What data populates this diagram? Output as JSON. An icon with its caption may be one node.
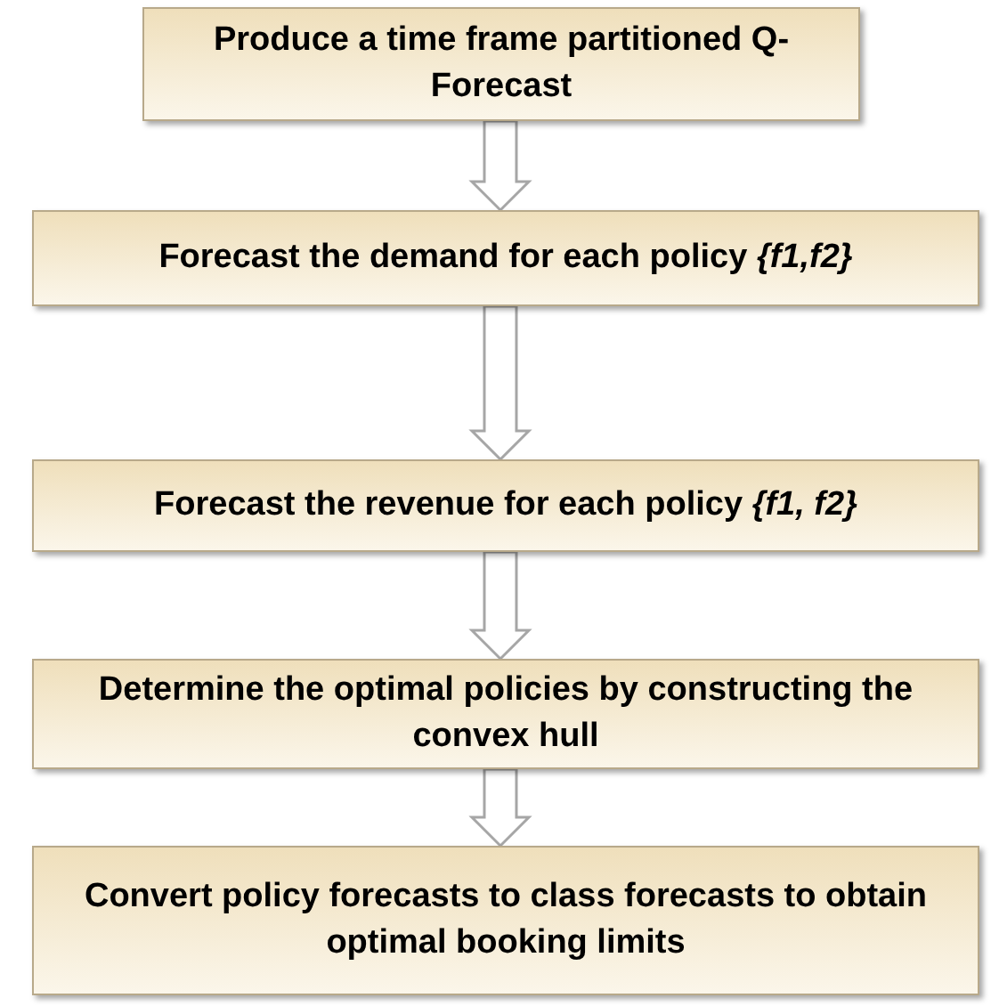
{
  "diagram": {
    "nodes": [
      {
        "text": [
          "Produce a time frame partitioned Q-Forecast"
        ]
      },
      {
        "text": [
          "Forecast the demand for each policy *{f1,f2}*"
        ]
      },
      {
        "text": [
          "Forecast the revenue for each policy *{f1, f2}*"
        ]
      },
      {
        "text": [
          "Determine the optimal policies by constructing the convex hull"
        ]
      },
      {
        "text": [
          "Convert policy forecasts to class forecasts to obtain optimal booking limits"
        ]
      }
    ],
    "edges": [
      {
        "from": 0,
        "to": 1,
        "arrow": "to"
      },
      {
        "from": 1,
        "to": 2,
        "arrow": "to"
      },
      {
        "from": 2,
        "to": 3,
        "arrow": "to"
      },
      {
        "from": 3,
        "to": 4,
        "arrow": "to"
      }
    ]
  }
}
